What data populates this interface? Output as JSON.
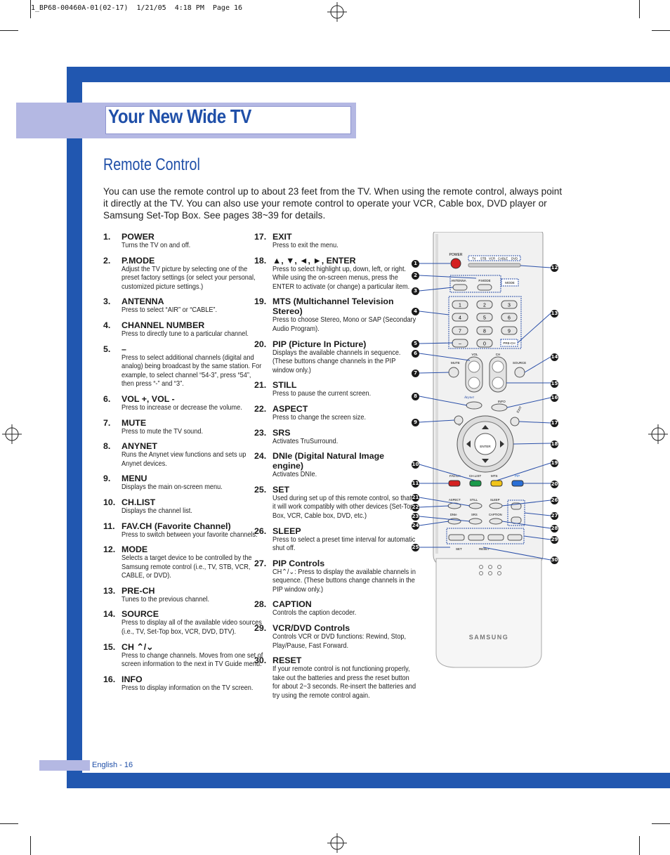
{
  "print_header": "1_BP68-00460A-01(02-17)  1/21/05  4:18 PM  Page 16",
  "title": "Your New Wide TV",
  "section_title": "Remote Control",
  "intro": "You can use the remote control up to about 23 feet from the TV. When using the remote control, always point it directly at the TV. You can also use your remote control to operate your VCR, Cable box, DVD player or Samsung Set-Top Box. See pages 38~39 for details.",
  "column1": [
    {
      "num": "1.",
      "title": "POWER",
      "desc": "Turns the TV on and off."
    },
    {
      "num": "2.",
      "title": "P.MODE",
      "desc": "Adjust the TV picture by selecting one of the preset factory settings (or select your personal, customized picture settings.)"
    },
    {
      "num": "3.",
      "title": "ANTENNA",
      "desc": "Press to select “AIR” or “CABLE”."
    },
    {
      "num": "4.",
      "title": "CHANNEL NUMBER",
      "desc": "Press to directly tune to a particular channel."
    },
    {
      "num": "5.",
      "title": "–",
      "desc": "Press to select additional channels (digital and analog) being broadcast by the same station. For example, to select channel “54-3”, press “54”, then press “-” and “3”."
    },
    {
      "num": "6.",
      "title": "VOL +, VOL -",
      "desc": "Press to increase or decrease the volume."
    },
    {
      "num": "7.",
      "title": "MUTE",
      "desc": "Press to mute the TV sound."
    },
    {
      "num": "8.",
      "title": "ANYNET",
      "desc": "Runs the Anynet view functions and sets up Anynet devices."
    },
    {
      "num": "9.",
      "title": "MENU",
      "desc": "Displays the main on-screen menu."
    },
    {
      "num": "10.",
      "title": "CH.LIST",
      "desc": "Displays the channel list."
    },
    {
      "num": "11.",
      "title": "FAV.CH (Favorite Channel)",
      "desc": "Press to switch between your favorite channels."
    },
    {
      "num": "12.",
      "title": "MODE",
      "desc": "Selects a target device to be controlled by the Samsung remote control (i.e., TV, STB, VCR, CABLE, or DVD)."
    },
    {
      "num": "13.",
      "title": "PRE-CH",
      "desc": "Tunes to the previous channel."
    },
    {
      "num": "14.",
      "title": "SOURCE",
      "desc": "Press to display all of the available video sources (i.e., TV, Set-Top box, VCR, DVD, DTV)."
    },
    {
      "num": "15.",
      "title": "CH ⌃/⌄",
      "desc": "Press to change channels. Moves from one set of screen information to the next in TV Guide menu."
    },
    {
      "num": "16.",
      "title": "INFO",
      "desc": "Press to display information on the TV screen."
    }
  ],
  "column2": [
    {
      "num": "17.",
      "title": "EXIT",
      "desc": "Press to exit the menu."
    },
    {
      "num": "18.",
      "title": "▲, ▼, ◄, ►, ENTER",
      "desc": "Press to select highlight up, down, left, or right. While using the on-screen menus, press the ENTER to activate (or change) a particular item."
    },
    {
      "num": "19.",
      "title": "MTS (Multichannel Television Stereo)",
      "desc": "Press to choose Stereo, Mono or SAP (Secondary Audio Program)."
    },
    {
      "num": "20.",
      "title": "PIP (Picture In Picture)",
      "desc": "Displays the available channels in sequence. (These buttons change channels in the PIP window only.)"
    },
    {
      "num": "21.",
      "title": "STILL",
      "desc": "Press to pause the current screen."
    },
    {
      "num": "22.",
      "title": "ASPECT",
      "desc": "Press to change the screen size."
    },
    {
      "num": "23.",
      "title": "SRS",
      "desc": "Activates TruSurround."
    },
    {
      "num": "24.",
      "title": "DNIe (Digital Natural Image engine)",
      "desc": "Activates DNIe."
    },
    {
      "num": "25.",
      "title": "SET",
      "desc": "Used during set up of this remote control, so that it will work compatibly with other devices (Set-Top Box, VCR, Cable box, DVD, etc.)"
    },
    {
      "num": "26.",
      "title": "SLEEP",
      "desc": "Press to select a preset time interval for automatic shut off."
    },
    {
      "num": "27.",
      "title": "PIP Controls",
      "desc": "CH⌃/⌄: Press to display the available channels in sequence. (These buttons change channels in the PIP window only.)"
    },
    {
      "num": "28.",
      "title": "CAPTION",
      "desc": "Controls the caption decoder."
    },
    {
      "num": "29.",
      "title": "VCR/DVD Controls",
      "desc": "Controls VCR or DVD functions: Rewind, Stop, Play/Pause, Fast Forward."
    },
    {
      "num": "30.",
      "title": "RESET",
      "desc": "If your remote control is not functioning properly, take out the batteries and press the reset button for about 2~3 seconds. Re-insert the batteries and try using the remote control again."
    }
  ],
  "remote": {
    "power": "POWER",
    "modes": [
      "TV",
      "STB",
      "VCR",
      "CABLE",
      "DVD"
    ],
    "antenna": "ANTENNA",
    "pmode": "P.MODE",
    "mode": "MODE",
    "digits": [
      "1",
      "2",
      "3",
      "4",
      "5",
      "6",
      "7",
      "8",
      "9",
      "–",
      "0"
    ],
    "prech": "PRE-CH",
    "vol": "VOL",
    "ch": "CH",
    "mute": "MUTE",
    "source": "SOURCE",
    "anynet": "Anynet",
    "info": "INFO",
    "menu": "MENU",
    "exit": "EXIT",
    "chlist": "CH.LIST",
    "enter": "ENTER",
    "favch": "FAV.CH",
    "mts": "MTS",
    "pip": "PIP",
    "aspect": "ASPECT",
    "still": "STILL",
    "sleep": "SLEEP",
    "dnie": "DNIe",
    "srs": "SRS",
    "caption": "CAPTION",
    "set": "SET",
    "reset": "RESET",
    "brand": "SAMSUNG",
    "callouts_left": [
      "1",
      "2",
      "3",
      "4",
      "5",
      "6",
      "7",
      "8",
      "9",
      "10",
      "11",
      "21",
      "22",
      "23",
      "24",
      "25"
    ],
    "callouts_right": [
      "12",
      "13",
      "14",
      "15",
      "16",
      "17",
      "18",
      "19",
      "20",
      "26",
      "27",
      "28",
      "29",
      "30"
    ]
  },
  "footer": "English - 16",
  "colors": {
    "blue": "#2157b0",
    "lavender": "#b4b8e3",
    "power_red": "#d42020",
    "green": "#1a9a4a",
    "yellow": "#f2c418",
    "pip_blue": "#2a6fd6"
  }
}
